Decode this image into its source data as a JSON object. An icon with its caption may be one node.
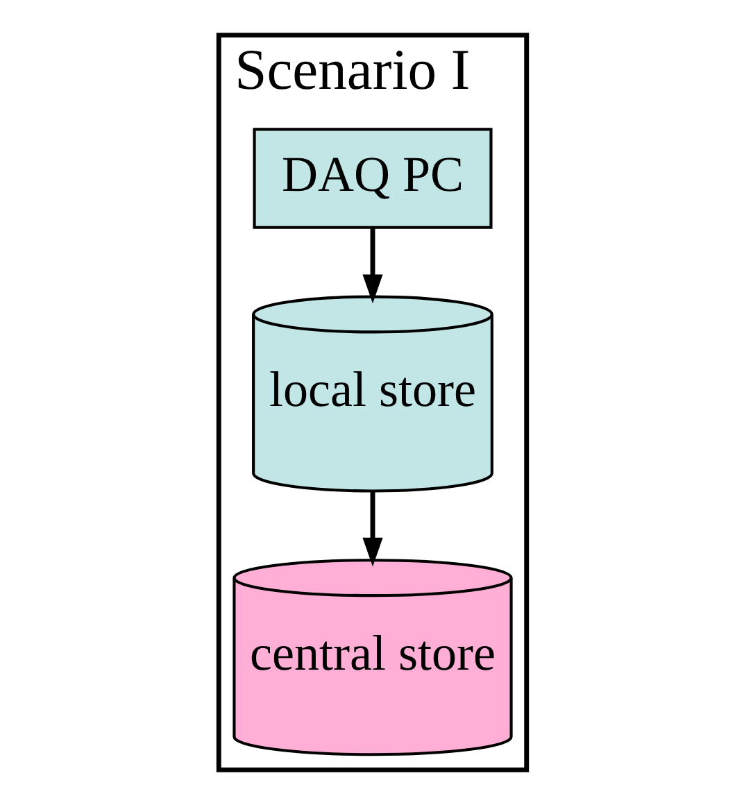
{
  "diagram": {
    "nodes": [
      {
        "text": [
          "Scenario I"
        ]
      },
      {
        "text": [
          "DAQ PC"
        ],
        "in": 0
      },
      {
        "text": [
          "local store"
        ],
        "in": 0
      },
      {
        "text": [
          "central store"
        ],
        "in": 0
      }
    ],
    "edges": [
      {
        "from": 1,
        "to": 2,
        "arrow": "to"
      },
      {
        "from": 2,
        "to": 3,
        "arrow": "to"
      }
    ]
  }
}
